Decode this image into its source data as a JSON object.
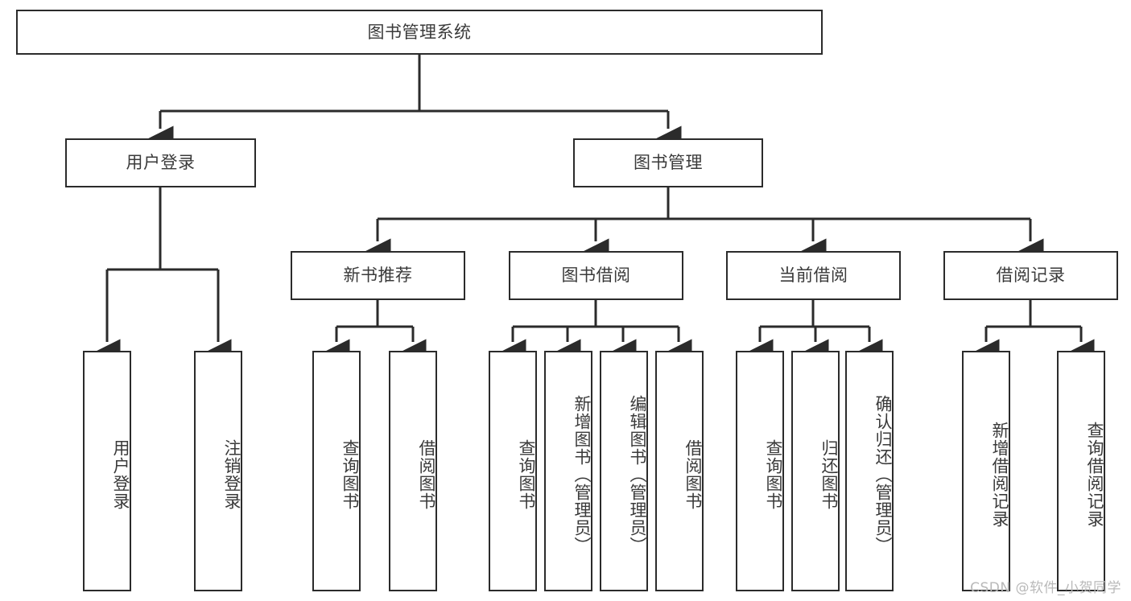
{
  "diagram": {
    "type": "tree-hierarchy-flowchart",
    "title": "图书管理系统",
    "watermark": "CSDN @软件_小贺同学",
    "colors": {
      "stroke": "#2b2b2b",
      "text": "#3a3a3a",
      "background": "#ffffff",
      "watermark": "#b9b9b9"
    },
    "levels": [
      {
        "level": 1,
        "nodes": [
          {
            "id": "root",
            "label": "图书管理系统",
            "orientation": "horizontal"
          }
        ]
      },
      {
        "level": 2,
        "nodes": [
          {
            "id": "user-login",
            "label": "用户登录",
            "orientation": "horizontal",
            "parent": "root"
          },
          {
            "id": "book-manage",
            "label": "图书管理",
            "orientation": "horizontal",
            "parent": "root"
          }
        ]
      },
      {
        "level": 3,
        "nodes": [
          {
            "id": "new-book-rec",
            "label": "新书推荐",
            "orientation": "horizontal",
            "parent": "book-manage"
          },
          {
            "id": "book-borrow",
            "label": "图书借阅",
            "orientation": "horizontal",
            "parent": "book-manage"
          },
          {
            "id": "current-borrow",
            "label": "当前借阅",
            "orientation": "horizontal",
            "parent": "book-manage"
          },
          {
            "id": "borrow-record",
            "label": "借阅记录",
            "orientation": "horizontal",
            "parent": "book-manage"
          }
        ]
      },
      {
        "level": 4,
        "nodes": [
          {
            "id": "leaf-user-login",
            "label": "用户登录",
            "orientation": "vertical",
            "parent": "user-login"
          },
          {
            "id": "leaf-logout",
            "label": "注销登录",
            "orientation": "vertical",
            "parent": "user-login"
          },
          {
            "id": "leaf-query-book-1",
            "label": "查询图书",
            "orientation": "vertical",
            "parent": "new-book-rec"
          },
          {
            "id": "leaf-borrow-book-1",
            "label": "借阅图书",
            "orientation": "vertical",
            "parent": "new-book-rec"
          },
          {
            "id": "leaf-query-book-2",
            "label": "查询图书",
            "orientation": "vertical",
            "parent": "book-borrow"
          },
          {
            "id": "leaf-add-book",
            "label": "新增图书（管理员）",
            "orientation": "vertical",
            "parent": "book-borrow"
          },
          {
            "id": "leaf-edit-book",
            "label": "编辑图书（管理员）",
            "orientation": "vertical",
            "parent": "book-borrow"
          },
          {
            "id": "leaf-borrow-book-2",
            "label": "借阅图书",
            "orientation": "vertical",
            "parent": "book-borrow"
          },
          {
            "id": "leaf-query-book-3",
            "label": "查询图书",
            "orientation": "vertical",
            "parent": "current-borrow"
          },
          {
            "id": "leaf-return-book",
            "label": "归还图书",
            "orientation": "vertical",
            "parent": "current-borrow"
          },
          {
            "id": "leaf-confirm-return",
            "label": "确认归还（管理员）",
            "orientation": "vertical",
            "parent": "current-borrow"
          },
          {
            "id": "leaf-add-record",
            "label": "新增借阅记录",
            "orientation": "vertical",
            "parent": "borrow-record"
          },
          {
            "id": "leaf-query-record",
            "label": "查询借阅记录",
            "orientation": "vertical",
            "parent": "borrow-record"
          }
        ]
      }
    ]
  }
}
